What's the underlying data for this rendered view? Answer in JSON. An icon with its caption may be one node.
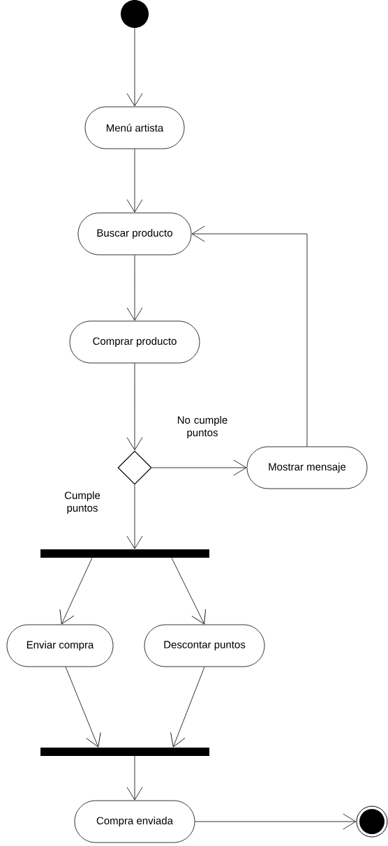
{
  "diagram": {
    "nodes": [
      {
        "text": [],
        "shape": "circle"
      },
      {
        "text": [
          "Menú artista"
        ]
      },
      {
        "text": [
          "Buscar producto"
        ]
      },
      {
        "text": [
          "Comprar producto"
        ]
      },
      {
        "text": [],
        "shape": "diamond"
      },
      {
        "text": [
          "Mostrar mensaje"
        ]
      },
      {
        "text": [],
        "shape": "bar"
      },
      {
        "text": [
          "Enviar compra"
        ]
      },
      {
        "text": [
          "Descontar puntos"
        ]
      },
      {
        "text": [],
        "shape": "bar"
      },
      {
        "text": [
          "Compra enviada"
        ]
      },
      {
        "text": [],
        "shape": "bullseye"
      }
    ],
    "edges": [
      {
        "from": 0,
        "to": 1,
        "arrow": "to"
      },
      {
        "from": 1,
        "to": 2,
        "arrow": "to"
      },
      {
        "from": 2,
        "to": 3,
        "arrow": "to"
      },
      {
        "from": 3,
        "to": 4,
        "arrow": "to"
      },
      {
        "from": 4,
        "to": 5,
        "arrow": "to",
        "label": "No cumple puntos"
      },
      {
        "from": 5,
        "to": 2,
        "arrow": "to"
      },
      {
        "from": 4,
        "to": 6,
        "arrow": "to",
        "label": "Cumple puntos"
      },
      {
        "from": 6,
        "to": 7,
        "arrow": "to"
      },
      {
        "from": 6,
        "to": 8,
        "arrow": "to"
      },
      {
        "from": 7,
        "to": 9,
        "arrow": "to"
      },
      {
        "from": 8,
        "to": 9,
        "arrow": "to"
      },
      {
        "from": 9,
        "to": 10,
        "arrow": "to"
      },
      {
        "from": 10,
        "to": 11,
        "arrow": "to"
      }
    ]
  }
}
